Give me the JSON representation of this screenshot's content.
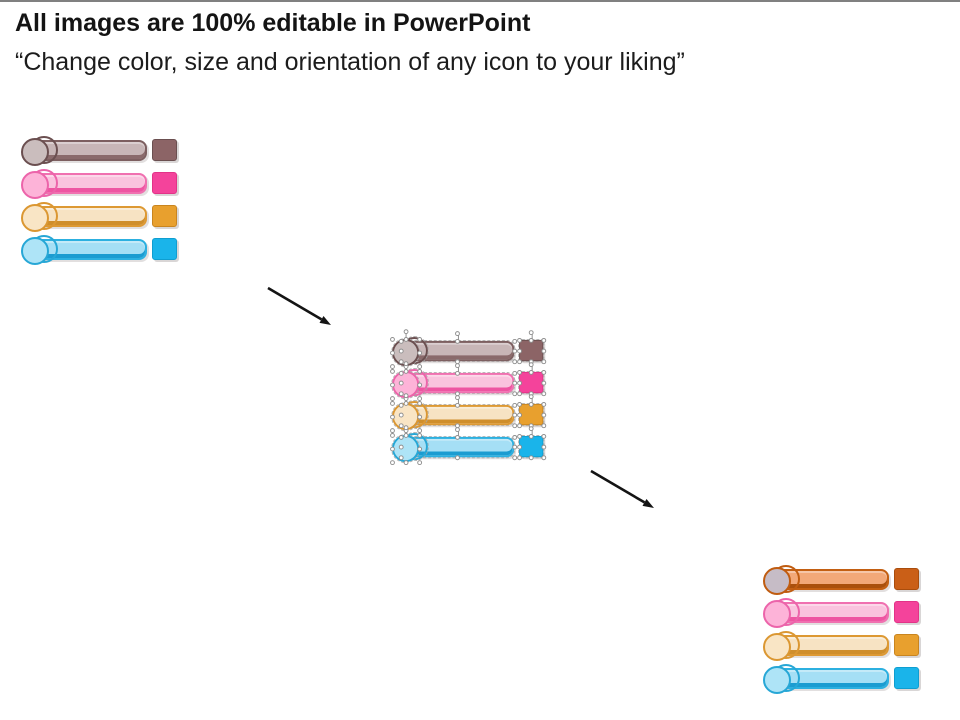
{
  "slide": {
    "title": "All images are 100% editable in PowerPoint",
    "subtitle": "“Change color, size and orientation of any icon to your liking”",
    "top_edge_color": "#4a4a4a"
  },
  "arrows": {
    "color": "#141414"
  },
  "selection": {
    "handle_fill": "#ffffff",
    "handle_border": "#8f8f8f",
    "outline": "#b5b5b5"
  },
  "groups": [
    {
      "id": "top-left",
      "selected": false,
      "rows": [
        {
          "label": "taupe",
          "ring": "#6b4f50",
          "circle_fill": "#cabdbd",
          "bar_fill": "#c8b6b7",
          "bar_border": "#7d5f60",
          "bar_shade": "#8a6a6b",
          "square": "#8c6466",
          "square_border": "#6b4f50"
        },
        {
          "label": "pink",
          "ring": "#ec64aa",
          "circle_fill": "#fdb3d8",
          "bar_fill": "#fac3de",
          "bar_border": "#f070b0",
          "bar_shade": "#ee55a2",
          "square": "#f4439b",
          "square_border": "#e23388"
        },
        {
          "label": "amber",
          "ring": "#db9732",
          "circle_fill": "#f9e5c5",
          "bar_fill": "#f7e3c3",
          "bar_border": "#dd9933",
          "bar_shade": "#cf8e2b",
          "square": "#e8a02e",
          "square_border": "#c9851f"
        },
        {
          "label": "cyan",
          "ring": "#27a7d6",
          "circle_fill": "#aee4f7",
          "bar_fill": "#a5dff5",
          "bar_border": "#2cb0e0",
          "bar_shade": "#1b9cd1",
          "square": "#1ab4ea",
          "square_border": "#0f9ed0"
        }
      ]
    },
    {
      "id": "center-selected",
      "selected": true,
      "rows": [
        {
          "label": "taupe",
          "ring": "#6b4f50",
          "circle_fill": "#cabdbd",
          "bar_fill": "#c8b6b7",
          "bar_border": "#7d5f60",
          "bar_shade": "#8a6a6b",
          "square": "#8c6466",
          "square_border": "#6b4f50"
        },
        {
          "label": "pink",
          "ring": "#ec64aa",
          "circle_fill": "#fdb3d8",
          "bar_fill": "#fac3de",
          "bar_border": "#f070b0",
          "bar_shade": "#ee55a2",
          "square": "#f4439b",
          "square_border": "#e23388"
        },
        {
          "label": "amber",
          "ring": "#db9732",
          "circle_fill": "#f9e5c5",
          "bar_fill": "#f7e3c3",
          "bar_border": "#dd9933",
          "bar_shade": "#cf8e2b",
          "square": "#e8a02e",
          "square_border": "#c9851f"
        },
        {
          "label": "cyan",
          "ring": "#27a7d6",
          "circle_fill": "#aee4f7",
          "bar_fill": "#a5dff5",
          "bar_border": "#2cb0e0",
          "bar_shade": "#1b9cd1",
          "square": "#1ab4ea",
          "square_border": "#0f9ed0"
        }
      ]
    },
    {
      "id": "bottom-right",
      "selected": false,
      "rows": [
        {
          "label": "orange",
          "ring": "#c05c10",
          "circle_fill": "#c6bcc6",
          "bar_fill": "#f2a878",
          "bar_border": "#c35f12",
          "bar_shade": "#aa500c",
          "square": "#ca5f17",
          "square_border": "#a94d0d"
        },
        {
          "label": "pink",
          "ring": "#ec64aa",
          "circle_fill": "#fdb3d8",
          "bar_fill": "#fac3de",
          "bar_border": "#f070b0",
          "bar_shade": "#ee55a2",
          "square": "#f4439b",
          "square_border": "#e23388"
        },
        {
          "label": "amber",
          "ring": "#db9732",
          "circle_fill": "#f9e5c5",
          "bar_fill": "#f7e3c3",
          "bar_border": "#dd9933",
          "bar_shade": "#cf8e2b",
          "square": "#e8a02e",
          "square_border": "#c9851f"
        },
        {
          "label": "cyan",
          "ring": "#27a7d6",
          "circle_fill": "#aee4f7",
          "bar_fill": "#a5dff5",
          "bar_border": "#2cb0e0",
          "bar_shade": "#1b9cd1",
          "square": "#1ab4ea",
          "square_border": "#0f9ed0"
        }
      ]
    }
  ]
}
